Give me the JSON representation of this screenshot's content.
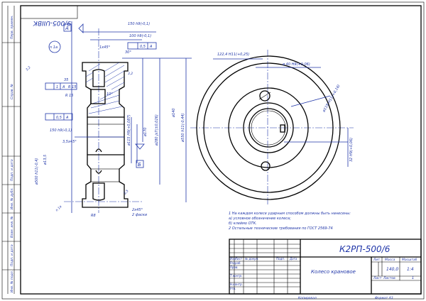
{
  "stamp_mirrored": "9/005-UIIBK",
  "left_strip": {
    "perv_primen": "Перв. примен.",
    "sprav": "Справ. №",
    "podp_data_1": "Подп. и дата",
    "inv_dubl": "Инв. № дубл.",
    "vzam_inv": "Взам. инв. №",
    "podp_data_2": "Подп. и дата",
    "inv_podl": "Инв. № подл."
  },
  "section_view": {
    "datum_a": "A",
    "datum_b": "Б",
    "label_n1a": "n 1a",
    "dim_150": "150 h9(-0,1)",
    "dim_100": "100 h9(-0,1)",
    "dim_1x45_top": "1х45°",
    "angle_30": "30°",
    "tol_flat_top": "0,5",
    "tol_flat_top_datum": "A",
    "rough_top": "3,2",
    "rough_left": "3,2",
    "dim_35": "35",
    "dim_r15": "R 15",
    "dim_r15_a": "R 15",
    "dim_r15_tol": "1",
    "dim_r15_datum": "A",
    "angle_10": "10°",
    "tol_runout": "0,5",
    "tol_runout_datum": "A",
    "dim_150_low": "150 h9(-0,1)",
    "dim_35x45": "3,5х45°",
    "dim_d500": "ø500 h11(-0,4)",
    "dim_d133": "ø13,5",
    "dim_d115": "ø115 H9(+0,087)",
    "dim_d170": "ø170",
    "dim_d280": "ø280 js7(±0,026)",
    "dim_d140": "ø140",
    "dim_d550": "ø550 h11(-0,44)",
    "rough_bottom": "2,5",
    "dim_r8": "R8",
    "dim_2x45": "2х45°",
    "dim_2fask": "2 фаски",
    "rough_note": "n 1a"
  },
  "front_view": {
    "dim_1224": "122,4 H11(+0,25)",
    "dim_d40": "ø 40 H9(+0,06)",
    "dim_d118": "ø118 H11(+0,16)",
    "dim_32": "32 H9(+0,06)"
  },
  "notes": [
    "1  На каждом колесе ударным способом должны быть нанесены:",
    "     а) условное обозначение колеса;",
    "     б) клеймо ОТК.",
    "2  Остальные технические требования по ГОСТ 2569-74"
  ],
  "title_block": {
    "designation": "К2РП-500/6",
    "name": "Колесо крановое",
    "col_lit": "Лит.",
    "col_massa": "Масса",
    "col_masshtab": "Масштаб",
    "massa": "140,0",
    "masshtab": "1:4",
    "list": "Лист",
    "listov": "Листов",
    "listov_val": "1",
    "izm": "Изм",
    "list_col": "Лист",
    "doc": "№ докум.",
    "podp": "Подп.",
    "data": "Дата",
    "razrab": "Разраб.",
    "prov": "Пров.",
    "tkontr": "Т.контр.",
    "nkontr": "Н.контр.",
    "utv": "Утв."
  },
  "bottom": {
    "kopiroval": "Копировал",
    "format": "Формат А3"
  }
}
